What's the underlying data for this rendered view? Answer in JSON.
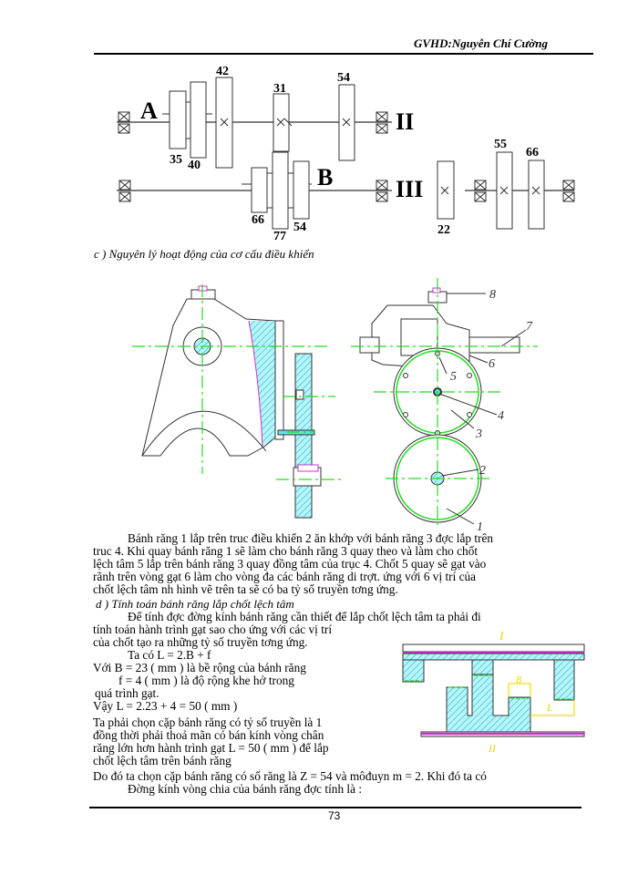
{
  "header": {
    "text": "GVHD:Nguyễn Chí Cường"
  },
  "gear_diagram": {
    "shaft_labels": [
      "A",
      "II",
      "B",
      "III"
    ],
    "gear_numbers": {
      "g35": "35",
      "g40": "40",
      "g42": "42",
      "g31": "31",
      "g54top": "54",
      "g66b": "66",
      "g77": "77",
      "g54b": "54",
      "g22": "22",
      "g55": "55",
      "g66r": "66"
    }
  },
  "section_c": {
    "caption": "c ) Nguyên lý hoạt động của cơ cấu điều khiển"
  },
  "mechanism_diagram": {
    "part_labels": [
      "8",
      "7",
      "6",
      "5",
      "4",
      "3",
      "2",
      "1"
    ]
  },
  "paragraph_1": {
    "lines": [
      "Bánh răng 1 lắp trên truc điều khiển 2 ăn khớp với bánh răng 3 đợc   lắp trên",
      "truc 4. Khi quay bánh răng 1 sẽ làm cho bánh răng 3 quay theo và làm cho chốt",
      "lệch tâm 5 lắp trên bánh răng 3 quay đồng   tâm của trục 4. Chốt 5 quay sẽ gạt vào",
      "rãnh trên vòng gạt 6 làm cho vòng đa   các bánh răng di trợt.   ứng với 6 vị trí của",
      "chốt lệch tâm nh   hình vẽ trên ta sẽ có ba tỷ số truyền tơng   ứng."
    ]
  },
  "section_d": {
    "caption": "d ) Tính toán bánh răng lắp chốt lệch tâm"
  },
  "paragraph_2": {
    "lines": [
      "Để tính đợc   đờng   kính bánh răng cần thiết để lắp chốt lệch tâm ta phải đi",
      "tính toán hành trình gạt sao cho ứng với các vị trí",
      "của chốt tạo ra những tỷ số truyền tơng   ứng.",
      "Ta có L = 2.B + f",
      "Với B = 23 ( mm ) là bề rộng của bánh răng",
      "f = 4 ( mm ) là độ rộng khe hở trong",
      "quá trình gạt.",
      "Vậy L = 2.23 + 4 = 50 ( mm )",
      "Ta phải chọn cặp bánh răng có tỷ số truyền là 1",
      "đồng thời phải thoả mãn có bán kính vòng chân",
      "răng lớn hơn hành trình gạt L = 50 ( mm ) để lắp",
      "chốt lệch tâm trên bánh răng",
      "Do đó ta chọn cặp bánh răng có số răng là Z = 54 và môđuyn m = 2. Khi đó ta có",
      "Đờng   kính vòng chia của bánh răng đợc   tính là :"
    ]
  },
  "stroke_diagram": {
    "labels": {
      "top": "I",
      "bottom": "II",
      "b": "B",
      "l": "L"
    }
  },
  "colors": {
    "hatch": "#66e0e8",
    "centerline": "#22dd22",
    "magenta": "#cc33cc",
    "dim": "#f0e000"
  },
  "footer": {
    "page_number": "73"
  }
}
